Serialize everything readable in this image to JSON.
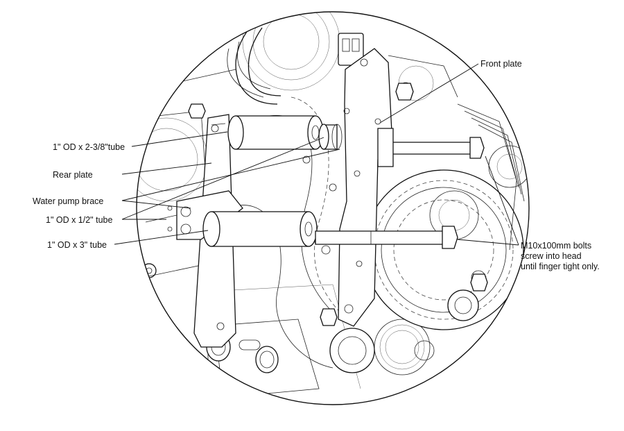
{
  "callouts": {
    "front_plate": "Front plate",
    "tube_2_3_8": "1\" OD x 2-3/8\"tube",
    "rear_plate": "Rear plate",
    "water_pump_brace": "Water pump brace",
    "tube_1_2": "1\" OD x 1/2\" tube",
    "tube_3": "1\" OD x 3\" tube",
    "bolts_line1": "M10x100mm bolts",
    "bolts_line2": "screw into head",
    "bolts_line3": "until finger tight only."
  }
}
